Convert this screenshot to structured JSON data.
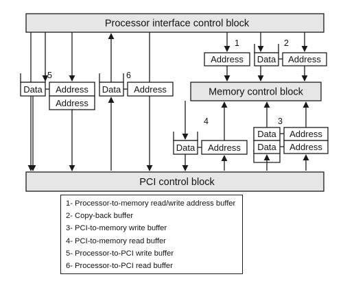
{
  "blocks": {
    "processor_interface": "Processor interface control block",
    "memory_control": "Memory control block",
    "pci_control": "PCI control block"
  },
  "buffers": {
    "b1": {
      "number": "1",
      "address": "Address"
    },
    "b2": {
      "number": "2",
      "data": "Data",
      "address": "Address"
    },
    "b3": {
      "number": "3",
      "data_top": "Data",
      "address_top": "Address",
      "data_bottom": "Data",
      "address_bottom": "Address"
    },
    "b4": {
      "number": "4",
      "data": "Data",
      "address": "Address"
    },
    "b5": {
      "number": "5",
      "data": "Data",
      "address_top": "Address",
      "address_bottom": "Address"
    },
    "b6": {
      "number": "6",
      "data": "Data",
      "address": "Address"
    }
  },
  "legend": [
    "1- Processor-to-memory read/write address buffer",
    "2- Copy-back buffer",
    "3- PCI-to-memory write buffer",
    "4- PCI-to-memory read buffer",
    "5- Processor-to-PCI write buffer",
    "6- Processor-to-PCI read buffer"
  ]
}
